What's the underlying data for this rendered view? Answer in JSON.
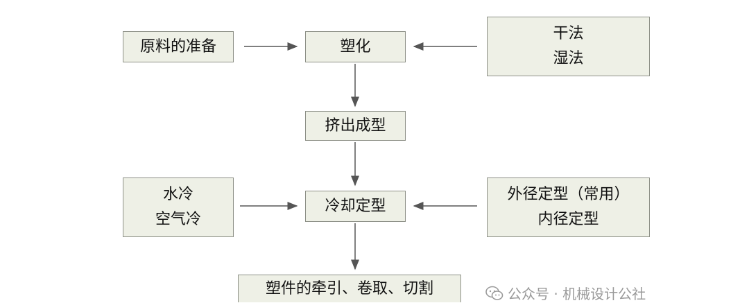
{
  "diagram": {
    "nodes": {
      "raw_material": "原料的准备",
      "plasticize": "塑化",
      "methods": [
        "干法",
        "湿法"
      ],
      "extrusion": "挤出成型",
      "cooling_methods": [
        "水冷",
        "空气冷"
      ],
      "cool_shaping": "冷却定型",
      "sizing_methods": [
        "外径定型（常用）",
        "内径定型"
      ],
      "post_processing": "塑件的牵引、卷取、切割"
    },
    "edges": [
      [
        "raw_material",
        "plasticize"
      ],
      [
        "methods",
        "plasticize"
      ],
      [
        "plasticize",
        "extrusion"
      ],
      [
        "extrusion",
        "cool_shaping"
      ],
      [
        "cooling_methods",
        "cool_shaping"
      ],
      [
        "sizing_methods",
        "cool_shaping"
      ],
      [
        "cool_shaping",
        "post_processing"
      ]
    ]
  },
  "watermark": {
    "text": "公众号 · 机械设计公社",
    "icon": "wechat-icon"
  },
  "colors": {
    "box_fill": "#eef0e6",
    "box_border": "#8c8f86",
    "arrow": "#555555",
    "watermark": "#9a9a9a"
  }
}
